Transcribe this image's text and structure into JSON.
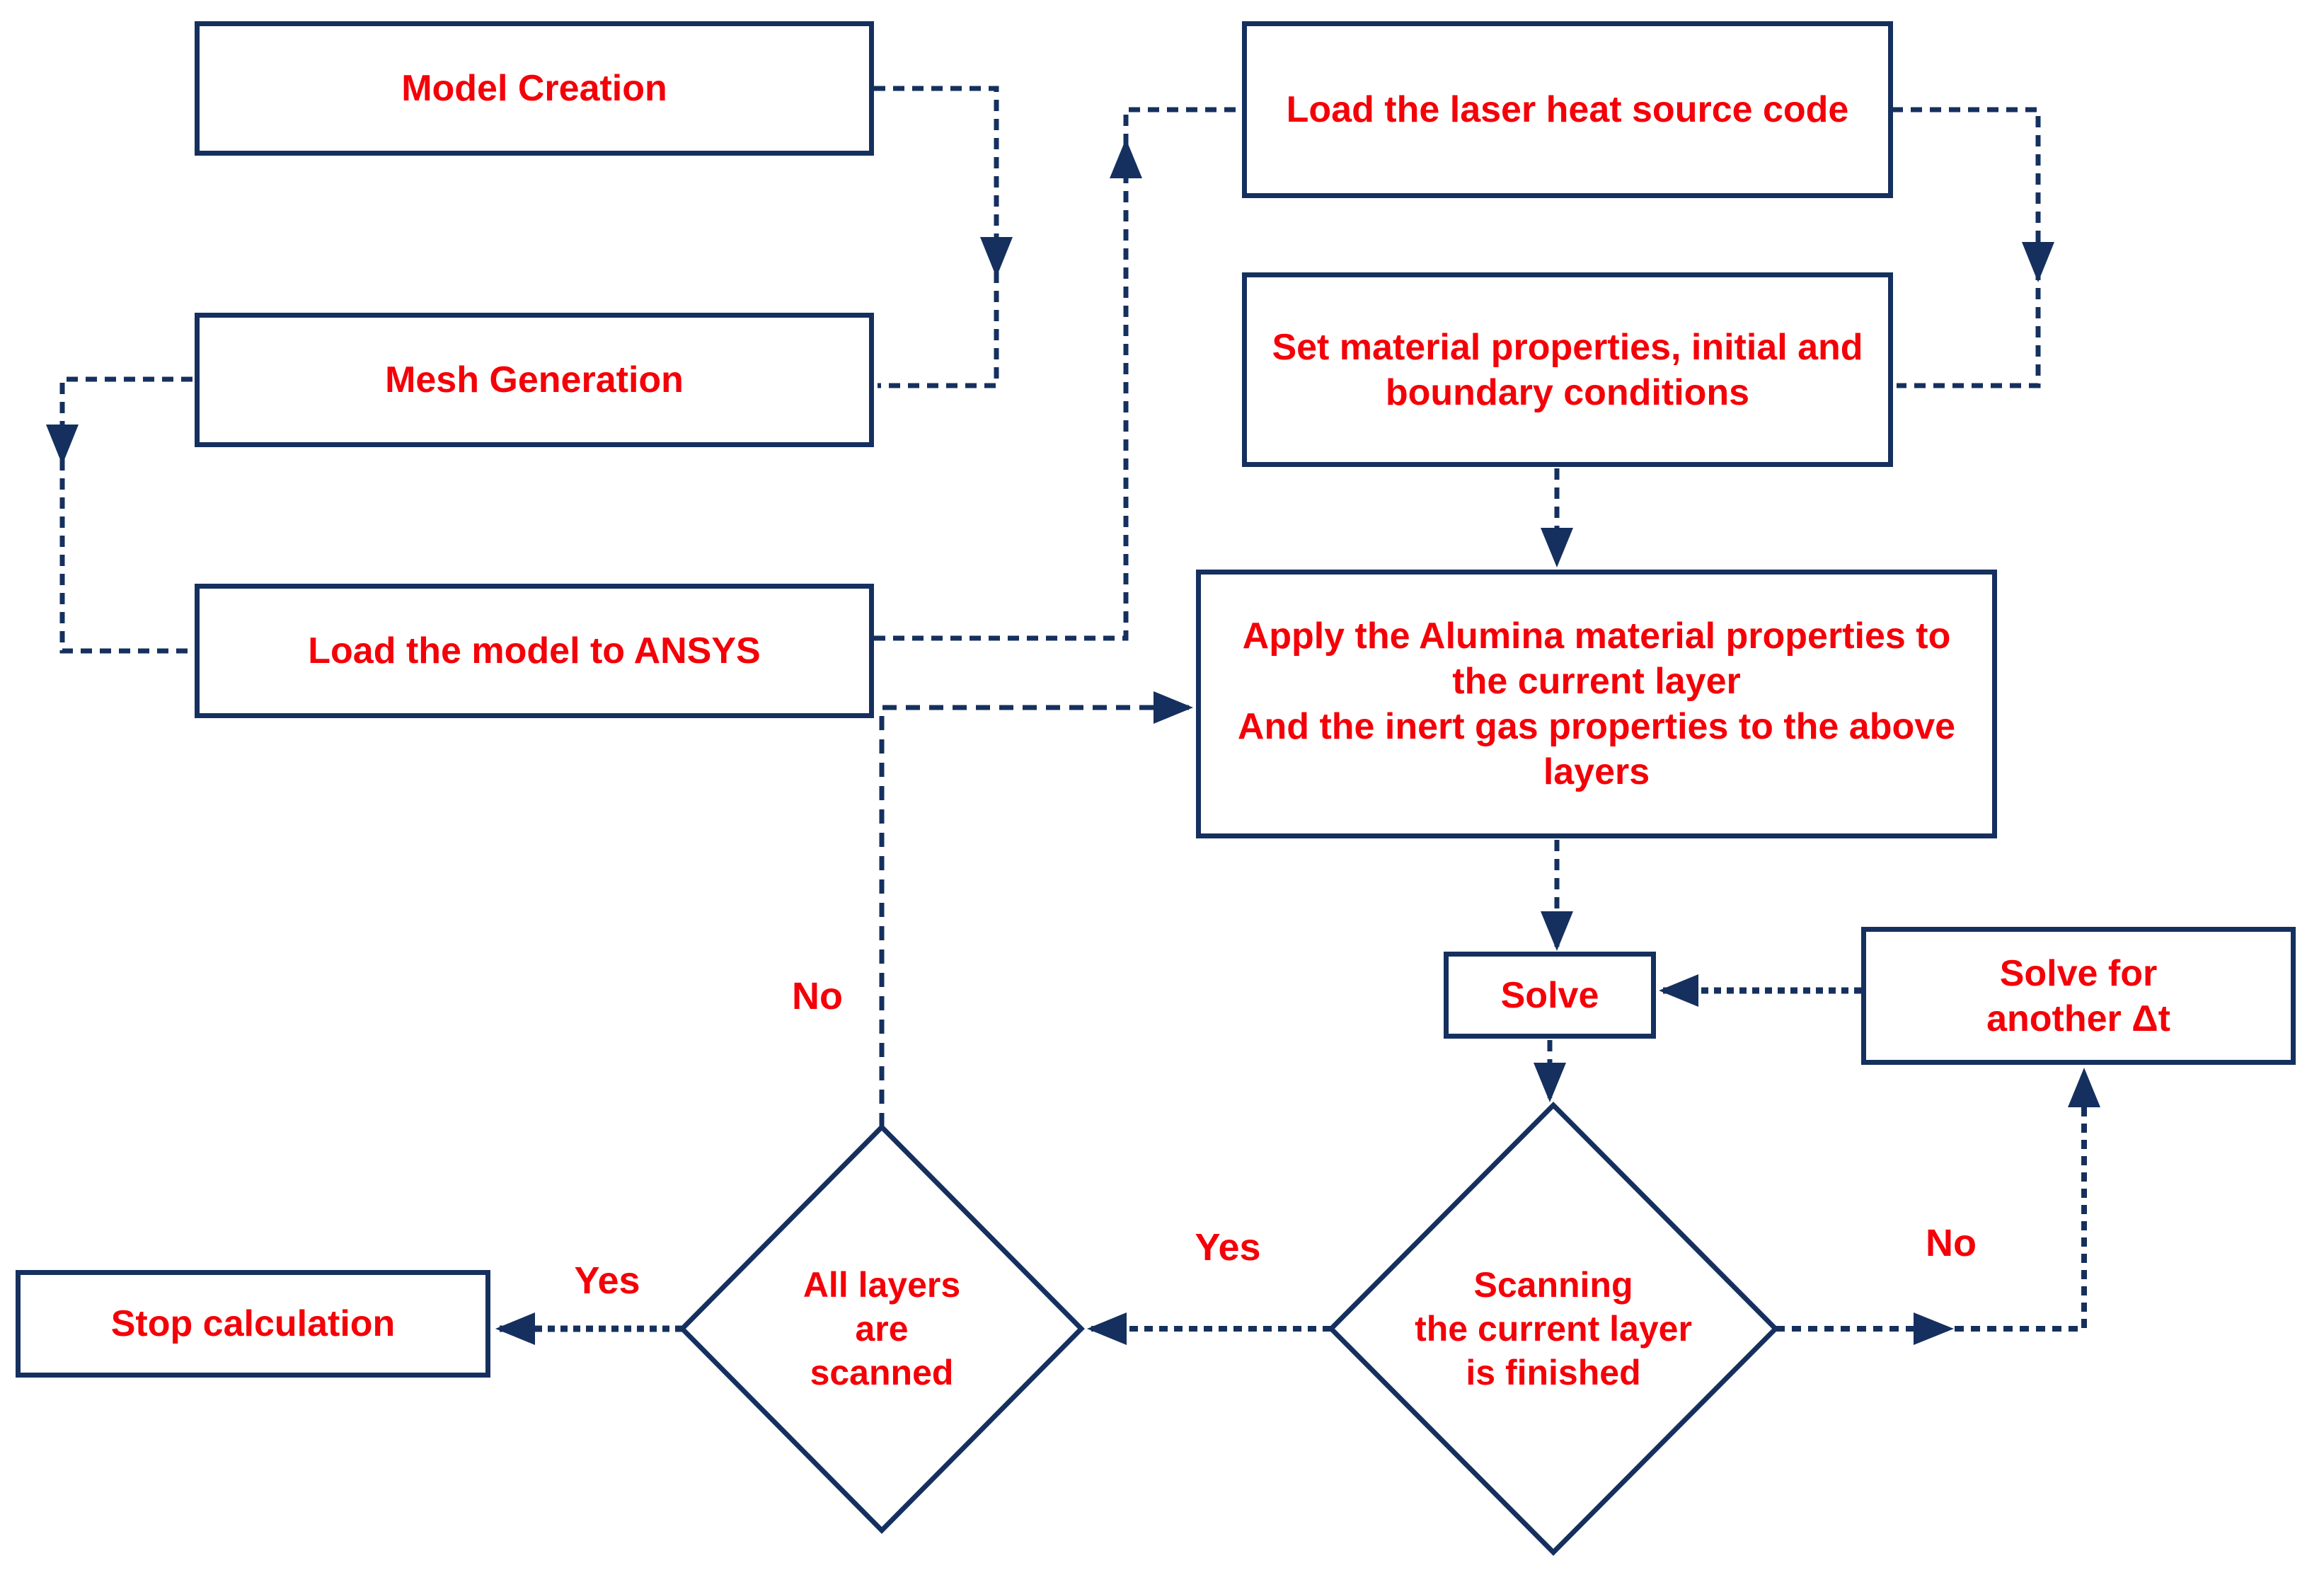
{
  "diagram": {
    "title": "ANSYS laser scanning simulation flowchart",
    "colors": {
      "line": "#15305e",
      "border": "#15305e",
      "text": "#f40008",
      "background": "#ffffff"
    },
    "boxes": {
      "model_creation": {
        "label": "Model Creation"
      },
      "mesh_generation": {
        "label": "Mesh Generation"
      },
      "load_model_ansys": {
        "label": "Load the model to ANSYS"
      },
      "load_laser": {
        "label": "Load the laser heat source code"
      },
      "set_material": {
        "label": "Set material properties, initial and\nboundary conditions"
      },
      "apply_alumina": {
        "label": "Apply the Alumina material properties to\nthe current layer\nAnd the inert gas properties to the above\nlayers"
      },
      "solve": {
        "label": "Solve"
      },
      "solve_another": {
        "label": "Solve for\nanother Δt"
      },
      "stop_calc": {
        "label": "Stop calculation"
      }
    },
    "decisions": {
      "all_layers": {
        "label": "All layers\nare\nscanned"
      },
      "scanning": {
        "label": "Scanning\nthe current layer\nis finished"
      }
    },
    "edge_labels": {
      "no_left": "No",
      "yes_left": "Yes",
      "yes_mid": "Yes",
      "no_right": "No"
    }
  }
}
